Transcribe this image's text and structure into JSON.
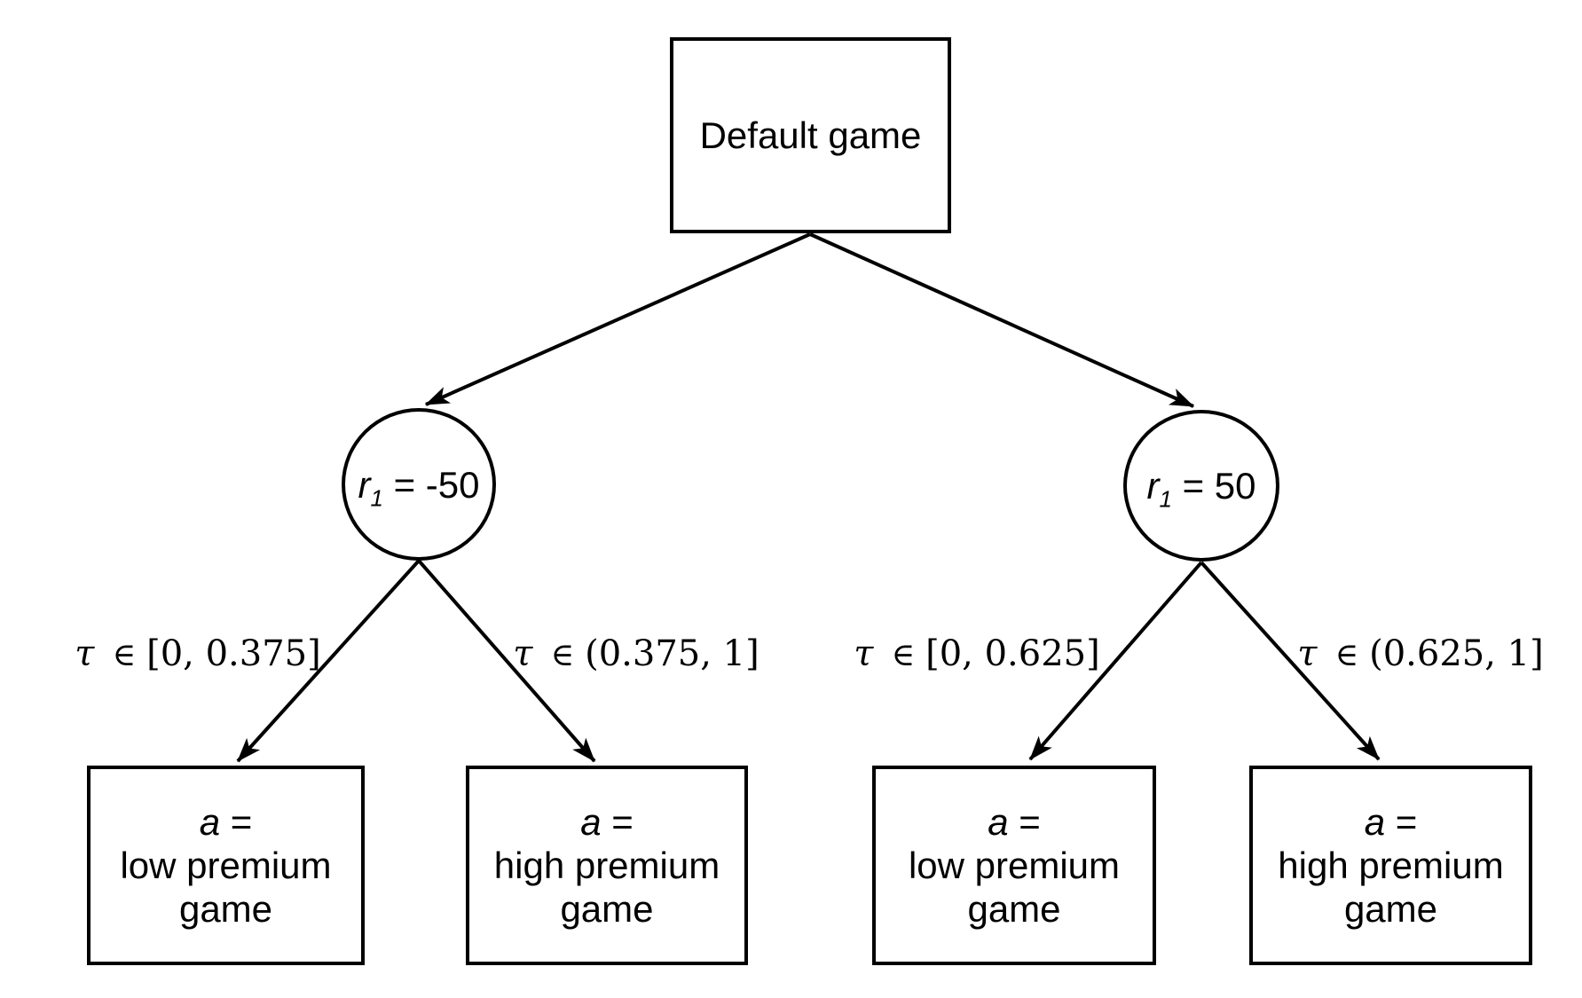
{
  "colors": {
    "background": "#ffffff",
    "ink": "#000000"
  },
  "root_node": {
    "label": "Default game"
  },
  "chance_nodes": [
    {
      "var": "r",
      "sub": "1",
      "value": " = -50"
    },
    {
      "var": "r",
      "sub": "1",
      "value": " = 50"
    }
  ],
  "edge_labels": [
    {
      "symbol": "τ",
      "op": "∈",
      "interval": "[0, 0.375]"
    },
    {
      "symbol": "τ",
      "op": "∈",
      "interval": "(0.375, 1]"
    },
    {
      "symbol": "τ",
      "op": "∈",
      "interval": "[0, 0.625]"
    },
    {
      "symbol": "τ",
      "op": "∈",
      "interval": "(0.625, 1]"
    }
  ],
  "action_nodes": [
    {
      "var": "a",
      "eq": " =",
      "line2": "low premium",
      "line3": "game"
    },
    {
      "var": "a",
      "eq": " =",
      "line2": "high premium",
      "line3": "game"
    },
    {
      "var": "a",
      "eq": " =",
      "line2": "low premium",
      "line3": "game"
    },
    {
      "var": "a",
      "eq": " =",
      "line2": "high premium",
      "line3": "game"
    }
  ]
}
